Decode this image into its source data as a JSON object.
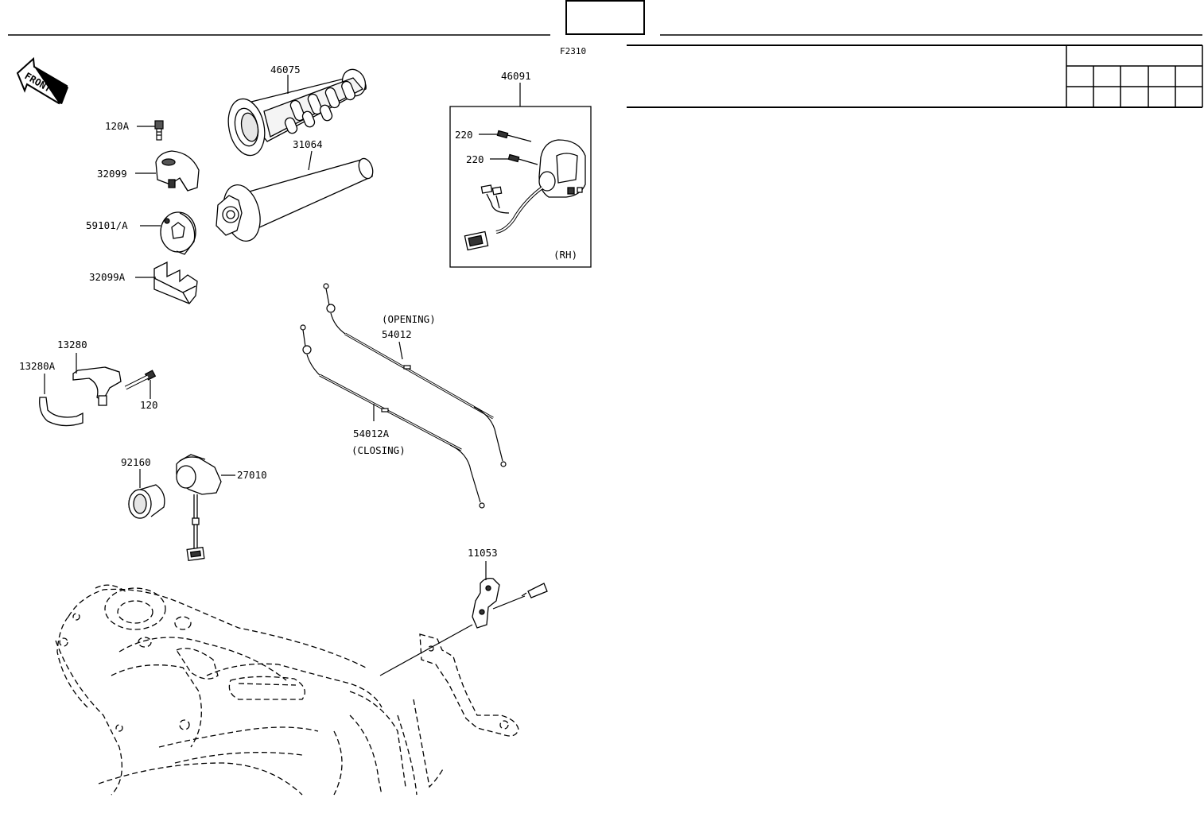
{
  "header": {
    "figure_code": "F2310",
    "page_box_text": ""
  },
  "table": {
    "rows": [
      [
        "",
        "",
        "",
        "",
        ""
      ],
      [
        "",
        "",
        "",
        "",
        ""
      ]
    ]
  },
  "diagram": {
    "front_label": "FRONT",
    "rh_label": "(RH)",
    "opening_label": "(OPENING)",
    "closing_label": "(CLOSING)",
    "callouts": {
      "p46075": "46075",
      "p31064": "31064",
      "p120A": "120A",
      "p32099": "32099",
      "p59101A": "59101/A",
      "p32099A": "32099A",
      "p46091": "46091",
      "p220a": "220",
      "p220b": "220",
      "p13280": "13280",
      "p13280A": "13280A",
      "p120": "120",
      "p54012": "54012",
      "p54012A": "54012A",
      "p92160": "92160",
      "p27010": "27010",
      "p11053": "11053"
    }
  }
}
